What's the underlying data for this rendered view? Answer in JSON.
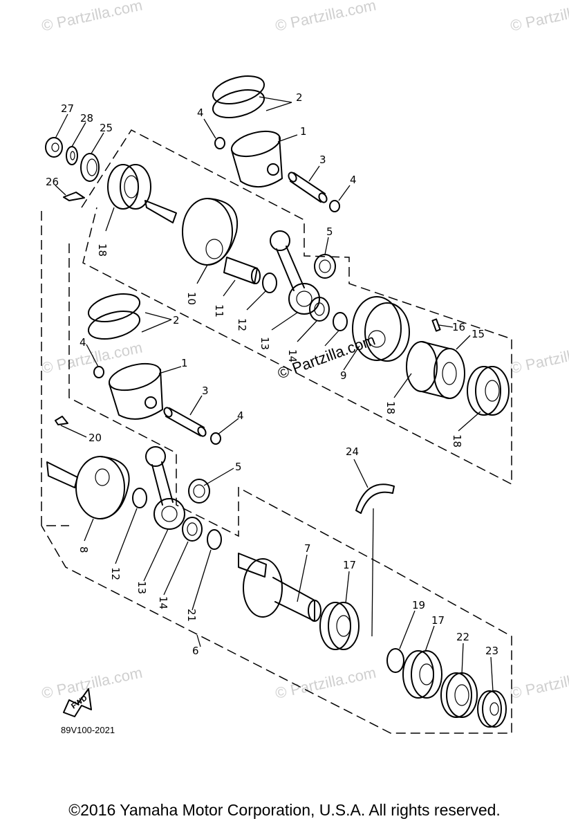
{
  "watermark": "© Partzilla.com",
  "diagram_code": "89V100-2021",
  "fwd_label": "FWD",
  "copyright": "©2016  Yamaha Motor Corporation, U.S.A. All rights reserved.",
  "callouts": [
    "1",
    "2",
    "3",
    "4",
    "5",
    "6",
    "7",
    "8",
    "9",
    "10",
    "11",
    "12",
    "13",
    "14",
    "15",
    "16",
    "17",
    "18",
    "19",
    "20",
    "21",
    "22",
    "23",
    "24",
    "25",
    "26",
    "27",
    "28"
  ]
}
